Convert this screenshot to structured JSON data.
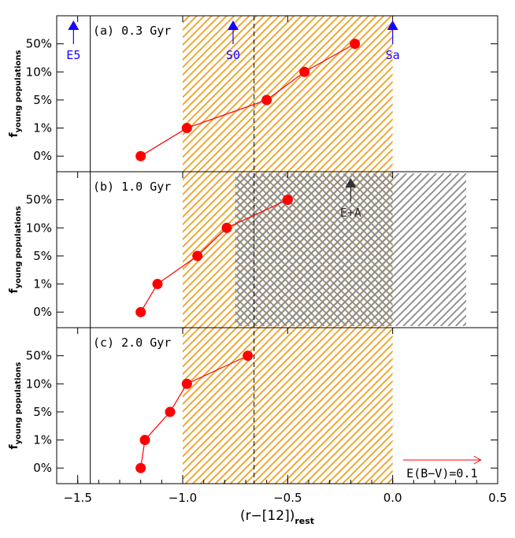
{
  "chart_data": {
    "type": "scatter",
    "xlabel": "(r−[12])",
    "xlabel_sub": "rest",
    "xlim": [
      -1.6,
      0.5
    ],
    "xticks": [
      {
        "value": -1.5,
        "label": "−1.5"
      },
      {
        "value": -1.0,
        "label": "−1.0"
      },
      {
        "value": -0.5,
        "label": "−0.5"
      },
      {
        "value": 0.0,
        "label": "0.0"
      },
      {
        "value": 0.5,
        "label": "0.5"
      }
    ],
    "ylabel": "f",
    "ylabel_sub": "young populations",
    "ycategories": [
      "0%",
      "1%",
      "5%",
      "10%",
      "50%"
    ],
    "vline_solid_x": -1.44,
    "vline_dashed_x": -0.66,
    "orange_hatch_range": [
      -1.0,
      0.0
    ],
    "colors": {
      "marker": "#ff0000",
      "line": "#ff0000",
      "orange_hatch": "#f0a020",
      "grey_hatch": "#8c8c8c",
      "arrow_blue": "#1a00ff",
      "arrow_dark": "#333333"
    },
    "panels": [
      {
        "label": "(a) 0.3 Gyr",
        "points": [
          {
            "x": -1.2,
            "y": "0%"
          },
          {
            "x": -0.98,
            "y": "1%"
          },
          {
            "x": -0.6,
            "y": "5%"
          },
          {
            "x": -0.42,
            "y": "10%"
          },
          {
            "x": -0.18,
            "y": "50%"
          }
        ],
        "annotations": [
          {
            "label": "E5",
            "x": -1.52,
            "color": "#1a00ff"
          },
          {
            "label": "S0",
            "x": -0.76,
            "color": "#1a00ff"
          },
          {
            "label": "Sa",
            "x": 0.0,
            "color": "#1a00ff"
          }
        ]
      },
      {
        "label": "(b) 1.0 Gyr",
        "points": [
          {
            "x": -1.2,
            "y": "0%"
          },
          {
            "x": -1.12,
            "y": "1%"
          },
          {
            "x": -0.93,
            "y": "5%"
          },
          {
            "x": -0.79,
            "y": "10%"
          },
          {
            "x": -0.5,
            "y": "50%"
          }
        ],
        "grey_hatch_range": [
          -0.75,
          0.35
        ],
        "annotations": [
          {
            "label": "E+A",
            "x": -0.2,
            "color": "#333333"
          }
        ]
      },
      {
        "label": "(c) 2.0 Gyr",
        "points": [
          {
            "x": -1.2,
            "y": "0%"
          },
          {
            "x": -1.18,
            "y": "1%"
          },
          {
            "x": -1.06,
            "y": "5%"
          },
          {
            "x": -0.98,
            "y": "10%"
          },
          {
            "x": -0.69,
            "y": "50%"
          }
        ],
        "reddening": {
          "label": "E(B−V)=0.1",
          "x_start": 0.05,
          "x_end": 0.42
        }
      }
    ]
  }
}
